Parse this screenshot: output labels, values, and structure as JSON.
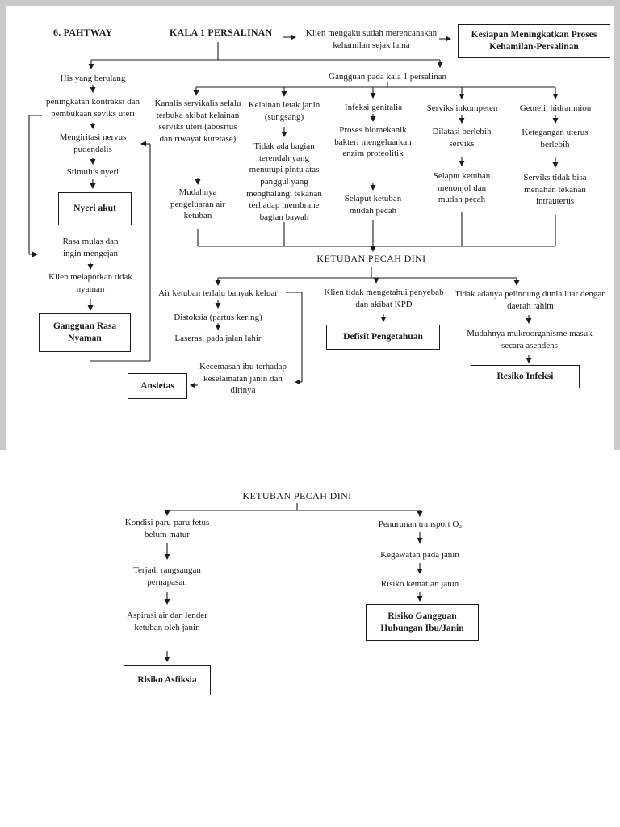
{
  "colors": {
    "ink": "#1b1b1b",
    "page_bg": "#ffffff",
    "canvas_border": "#c9c9c9"
  },
  "page_header": {
    "section_label": "6. PAHTWAY",
    "title": "KALA 1 PERSALINAN"
  },
  "pathway1": {
    "plan_note": "Klien mengaku sudah merencanakan kehamilan sejak lama",
    "dx_kesiapan": "Kesiapan Meningkatkan Proses Kehamilan-Persalinan",
    "gangguan": "Gangguan pada kala 1 persalinan",
    "left": {
      "his": "His yang berulang",
      "peningkatan": "peningkatan kontraksi dan pembukaan seviks uteri",
      "mengiritasi": "Mengiritasi nervus pudendalis",
      "stimulus": "Stimulus nyeri",
      "dx_nyeri_akut": "Nyeri akut",
      "rasa_mulas": "Rasa mulas dan ingin mengejan",
      "tidak_nyaman": "Klien melaporkan tidak nyaman",
      "dx_gangguan_rasa_nyaman": "Gangguan Rasa Nyaman"
    },
    "causes": {
      "kanalis": "Kanalis servikalis selalu terbuka akibat kelainan serviks uteri (abosrtus dan riwayat kuretase)",
      "mudah_keluar": "Mudahnya pengeluaran air ketuban",
      "kelainan_letak": "Kelainan letak janin (sungsang)",
      "tidak_ada_bagian": "Tidak ada bagian terendah yang menutupi pintu atas panggul yang menghalangi tekanan terhadap membrane bagian bawah",
      "infeksi": "Infeksi genitalia",
      "proses_biomekanik": "Proses biomekanik bakteri mengeluarkan enzim proteolitik",
      "selaput_mudah_pecah": "Selaput ketuban mudah pecah",
      "serviks_inkompeten": "Serviks inkompeten",
      "dilatasi": "Dilatasi berlebih serviks",
      "selaput_menonjol": "Selaput ketuban menonjol dan mudah pecah",
      "gemeli": "Gemeli, hidramnion",
      "ketegangan": "Ketegangan uterus berlebih",
      "serviks_tidak_bisa": "Serviks tidak bisa menahan tekanan intrauterus"
    },
    "kpd_title": "KETUBAN PECAH DINI",
    "effects": {
      "air_ketuban": "Air ketuban terlalu banyak keluar",
      "distoksia": "Distoksia (partus kering)",
      "laserasi": "Laserasi pada jalan lahir",
      "kecemasan": "Kecemasan ibu terhadap keselamatan janin dan dirinya",
      "dx_ansietas": "Ansietas",
      "klien_tidak_tahu": "Klien tidak mengetahui penyebab dan akibat KPD",
      "dx_defisit": "Defisit Pengetahuan",
      "tidak_pelindung": "Tidak adanya pelindung dunia luar dengan daerah rahim",
      "mudah_masuk": "Mudahnya mukroorganisme masuk secara asendens",
      "dx_resiko_infeksi": "Resiko Infeksi"
    }
  },
  "pathway2": {
    "title": "KETUBAN PECAH DINI",
    "left": {
      "kondisi": "Kondisi paru-paru fetus belum matur",
      "terjadi": "Terjadi rangsangan pernapasan",
      "aspirasi": "Aspirasi air dan lender ketuban oleh janin",
      "dx_asfiksia": "Risiko Asfiksia"
    },
    "right": {
      "penurunan": "Penurunan transport O₂",
      "kegawatan": "Kegawatan pada janin",
      "kematian": "Risiko kematian janin",
      "dx_hubungan": "Risiko Gangguan Hubungan Ibu/Janin"
    }
  }
}
